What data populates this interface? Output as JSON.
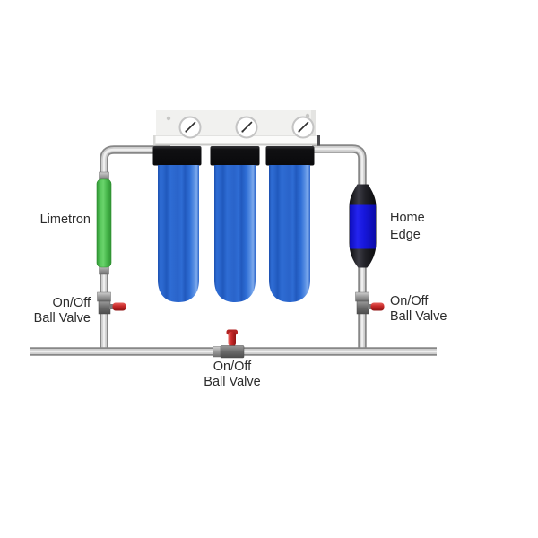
{
  "labels": {
    "limetron": "Limetron",
    "home_edge": [
      "Home",
      "Edge"
    ],
    "valve_left": [
      "On/Off",
      "Ball Valve"
    ],
    "valve_right": [
      "On/Off",
      "Ball Valve"
    ],
    "valve_bottom": [
      "On/Off",
      "Ball Valve"
    ]
  },
  "colors": {
    "filter_blue": "#2a64ca",
    "cap_black": "#101012",
    "limetron_green": "#4abb4a",
    "home_edge_blue": "#1717dc",
    "valve_red": "#c62828",
    "pipe_gray": "#bdbdbd",
    "bracket_white": "#f1f1ef",
    "label_text": "#2c2c2c"
  },
  "icons": {
    "gauges": "pressure-gauge-icon",
    "valves": "ball-valve-icon"
  }
}
